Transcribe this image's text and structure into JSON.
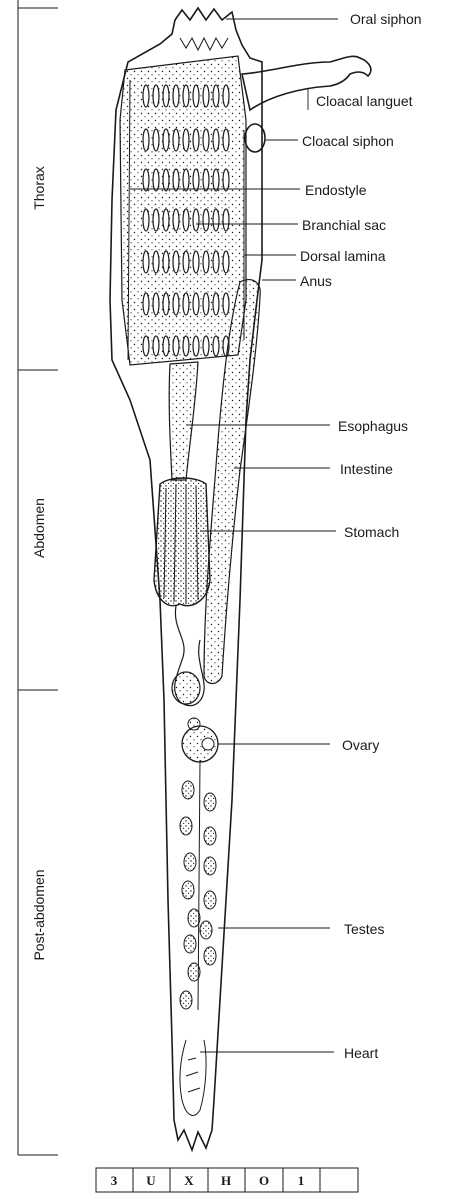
{
  "diagram": {
    "regions": [
      {
        "id": "thorax",
        "label": "Thorax"
      },
      {
        "id": "abdomen",
        "label": "Abdomen"
      },
      {
        "id": "postabdomen",
        "label": "Post-abdomen"
      }
    ],
    "labels": [
      {
        "id": "oral-siphon",
        "text": "Oral siphon"
      },
      {
        "id": "cloacal-languet",
        "text": "Cloacal languet"
      },
      {
        "id": "cloacal-siphon",
        "text": "Cloacal siphon"
      },
      {
        "id": "endostyle",
        "text": "Endostyle"
      },
      {
        "id": "branchial-sac",
        "text": "Branchial sac"
      },
      {
        "id": "dorsal-lamina",
        "text": "Dorsal lamina"
      },
      {
        "id": "anus",
        "text": "Anus"
      },
      {
        "id": "esophagus",
        "text": "Esophagus"
      },
      {
        "id": "intestine",
        "text": "Intestine"
      },
      {
        "id": "stomach",
        "text": "Stomach"
      },
      {
        "id": "ovary",
        "text": "Ovary"
      },
      {
        "id": "testes",
        "text": "Testes"
      },
      {
        "id": "heart",
        "text": "Heart"
      }
    ]
  },
  "code_strip": [
    "3",
    "U",
    "X",
    "H",
    "O",
    "1",
    ""
  ],
  "colors": {
    "ink": "#1a1a1a",
    "paper": "#ffffff"
  }
}
